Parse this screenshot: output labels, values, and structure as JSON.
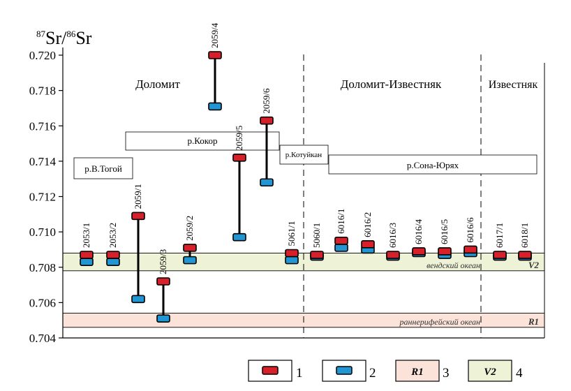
{
  "chart_data": {
    "type": "scatter",
    "ylabel_parts": {
      "sup1": "87",
      "base1": "Sr/",
      "sup2": "86",
      "base2": "Sr"
    },
    "ylim": [
      0.704,
      0.72
    ],
    "yticks": [
      "0.704",
      "0.706",
      "0.708",
      "0.710",
      "0.712",
      "0.714",
      "0.716",
      "0.718",
      "0.720"
    ],
    "yticks_values": [
      0.704,
      0.706,
      0.708,
      0.71,
      0.712,
      0.714,
      0.716,
      0.718,
      0.72
    ],
    "zones": [
      {
        "name": "Доломит"
      },
      {
        "name": "Доломит-Известняк"
      },
      {
        "name": "Известняк"
      }
    ],
    "rivers": [
      "р.В.Тогой",
      "р.Кокор",
      "р.Котуйкан",
      "р.Сона-Юрях"
    ],
    "bands": [
      {
        "code": "V2",
        "label": "вендский океан",
        "range": [
          0.7078,
          0.7088
        ],
        "color": "#eef2d6"
      },
      {
        "code": "R1",
        "label": "раннерифейский океан",
        "range": [
          0.7046,
          0.7054
        ],
        "color": "#fbe3da"
      }
    ],
    "samples": [
      {
        "label": "2053/1",
        "red": 0.7087,
        "blue": 0.7083
      },
      {
        "label": "2053/2",
        "red": 0.7087,
        "blue": 0.7083
      },
      {
        "label": "2059/1",
        "red": 0.7109,
        "blue": 0.7062
      },
      {
        "label": "2059/3",
        "red": 0.7072,
        "blue": 0.7051
      },
      {
        "label": "2059/2",
        "red": 0.7091,
        "blue": 0.7084
      },
      {
        "label": "2059/4",
        "red": 0.72,
        "blue": 0.7171
      },
      {
        "label": "2059/5",
        "red": 0.7142,
        "blue": 0.7097
      },
      {
        "label": "2059/6",
        "red": 0.7163,
        "blue": 0.7128
      },
      {
        "label": "5061/1",
        "red": 0.7088,
        "blue": 0.7084
      },
      {
        "label": "5060/1",
        "red": 0.7087,
        "blue": 0.7086
      },
      {
        "label": "6016/1",
        "red": 0.7095,
        "blue": 0.7091
      },
      {
        "label": "6016/2",
        "red": 0.7093,
        "blue": 0.709
      },
      {
        "label": "6016/3",
        "red": 0.7087,
        "blue": 0.7086
      },
      {
        "label": "6016/4",
        "red": 0.7089,
        "blue": 0.7088
      },
      {
        "label": "6016/5",
        "red": 0.7089,
        "blue": 0.7087
      },
      {
        "label": "6016/6",
        "red": 0.709,
        "blue": 0.7088
      },
      {
        "label": "6017/1",
        "red": 0.7087,
        "blue": 0.7086
      },
      {
        "label": "6018/1",
        "red": 0.7087,
        "blue": 0.7086
      }
    ],
    "legend": [
      {
        "num": "1",
        "symbol": "red-marker",
        "color": "#d8202a"
      },
      {
        "num": "2",
        "symbol": "blue-marker",
        "color": "#2196d3"
      },
      {
        "num": "3",
        "symbol": "R1-band",
        "text": "R1",
        "color": "#fbe3da"
      },
      {
        "num": "4",
        "symbol": "V2-band",
        "text": "V2",
        "color": "#eef2d6"
      }
    ],
    "colors": {
      "red": "#d8202a",
      "blue": "#2196d3",
      "axis": "#000000"
    }
  }
}
